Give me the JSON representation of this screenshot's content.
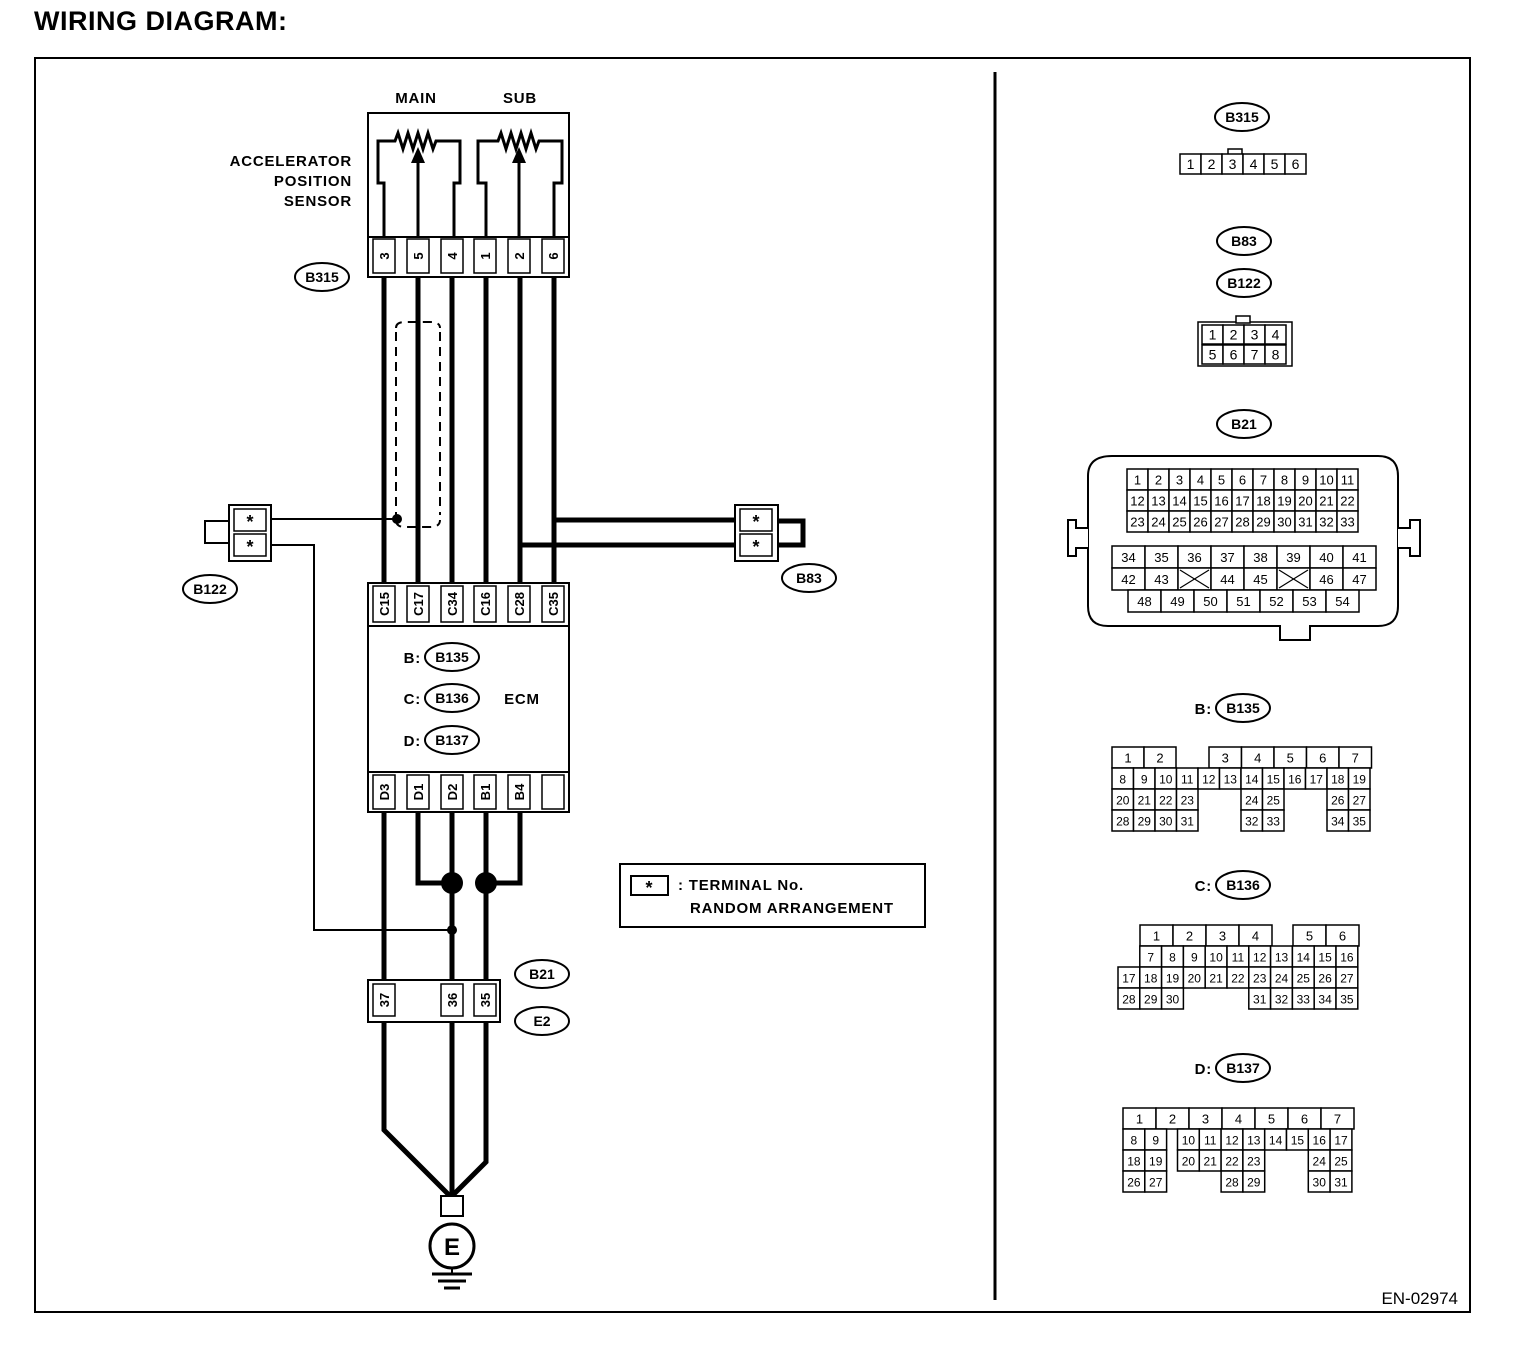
{
  "title": "WIRING DIAGRAM:",
  "figure_code": "EN-02974",
  "sensor": {
    "name_lines": [
      "ACCELERATOR",
      "POSITION",
      "SENSOR"
    ],
    "main_label": "MAIN",
    "sub_label": "SUB",
    "connector_id": "B315",
    "pins": [
      "3",
      "5",
      "4",
      "1",
      "2",
      "6"
    ]
  },
  "ecm": {
    "label": "ECM",
    "top_pins": [
      "C15",
      "C17",
      "C34",
      "C16",
      "C28",
      "C35"
    ],
    "bottom_pins": [
      "D3",
      "D1",
      "D2",
      "B1",
      "B4"
    ],
    "connectors": [
      {
        "prefix": "B:",
        "id": "B135"
      },
      {
        "prefix": "C:",
        "id": "B136"
      },
      {
        "prefix": "D:",
        "id": "B137"
      }
    ]
  },
  "joint": {
    "id1": "B21",
    "id2": "E2",
    "pins": [
      "37",
      "36",
      "35"
    ]
  },
  "left_connector": {
    "id": "B122",
    "pins": [
      "*",
      "*"
    ]
  },
  "right_connector": {
    "id": "B83",
    "pins": [
      "*",
      "*"
    ]
  },
  "ground_label": "E",
  "legend": {
    "symbol": "*",
    "line1": ": TERMINAL No.",
    "line2": "RANDOM ARRANGEMENT"
  },
  "connector_faces": {
    "b315": {
      "id": "B315",
      "cells": [
        "1",
        "2",
        "3",
        "4",
        "5",
        "6"
      ]
    },
    "b83_b122": {
      "ids": [
        "B83",
        "B122"
      ],
      "row1": [
        "1",
        "2",
        "3",
        "4"
      ],
      "row2": [
        "5",
        "6",
        "7",
        "8"
      ]
    },
    "b21": {
      "id": "B21",
      "rows": [
        [
          "1",
          "2",
          "3",
          "4",
          "5",
          "6",
          "7",
          "8",
          "9",
          "10",
          "11"
        ],
        [
          "12",
          "13",
          "14",
          "15",
          "16",
          "17",
          "18",
          "19",
          "20",
          "21",
          "22"
        ],
        [
          "23",
          "24",
          "25",
          "26",
          "27",
          "28",
          "29",
          "30",
          "31",
          "32",
          "33"
        ],
        [
          "34",
          "35",
          "36",
          "37",
          "38",
          "39",
          "40",
          "41"
        ],
        [
          "42",
          "43",
          "",
          "44",
          "45",
          "",
          "46",
          "47"
        ],
        [
          "48",
          "49",
          "50",
          "51",
          "52",
          "53",
          "54"
        ]
      ]
    },
    "b135": {
      "prefix": "B:",
      "id": "B135",
      "r1": [
        "1",
        "2",
        "3",
        "4",
        "5",
        "6",
        "7"
      ],
      "r2": [
        "8",
        "9",
        "10",
        "11",
        "12",
        "13",
        "14",
        "15",
        "16",
        "17",
        "18",
        "19"
      ],
      "r3": [
        "20",
        "21",
        "22",
        "23",
        "24",
        "25",
        "26",
        "27"
      ],
      "r4": [
        "28",
        "29",
        "30",
        "31",
        "32",
        "33",
        "34",
        "35"
      ]
    },
    "b136": {
      "prefix": "C:",
      "id": "B136",
      "r1": [
        "1",
        "2",
        "3",
        "4",
        "5",
        "6"
      ],
      "r2": [
        "7",
        "8",
        "9",
        "10",
        "11",
        "12",
        "13",
        "14",
        "15",
        "16"
      ],
      "r3": [
        "17",
        "18",
        "19",
        "20",
        "21",
        "22",
        "23",
        "24",
        "25",
        "26",
        "27"
      ],
      "r4": [
        "28",
        "29",
        "30",
        "31",
        "32",
        "33",
        "34",
        "35"
      ]
    },
    "b137": {
      "prefix": "D:",
      "id": "B137",
      "r1": [
        "1",
        "2",
        "3",
        "4",
        "5",
        "6",
        "7"
      ],
      "r2": [
        "8",
        "9",
        "10",
        "11",
        "12",
        "13",
        "14",
        "15",
        "16",
        "17"
      ],
      "r3": [
        "18",
        "19",
        "20",
        "21",
        "22",
        "23",
        "24",
        "25"
      ],
      "r4": [
        "26",
        "27",
        "28",
        "29",
        "30",
        "31"
      ]
    }
  }
}
